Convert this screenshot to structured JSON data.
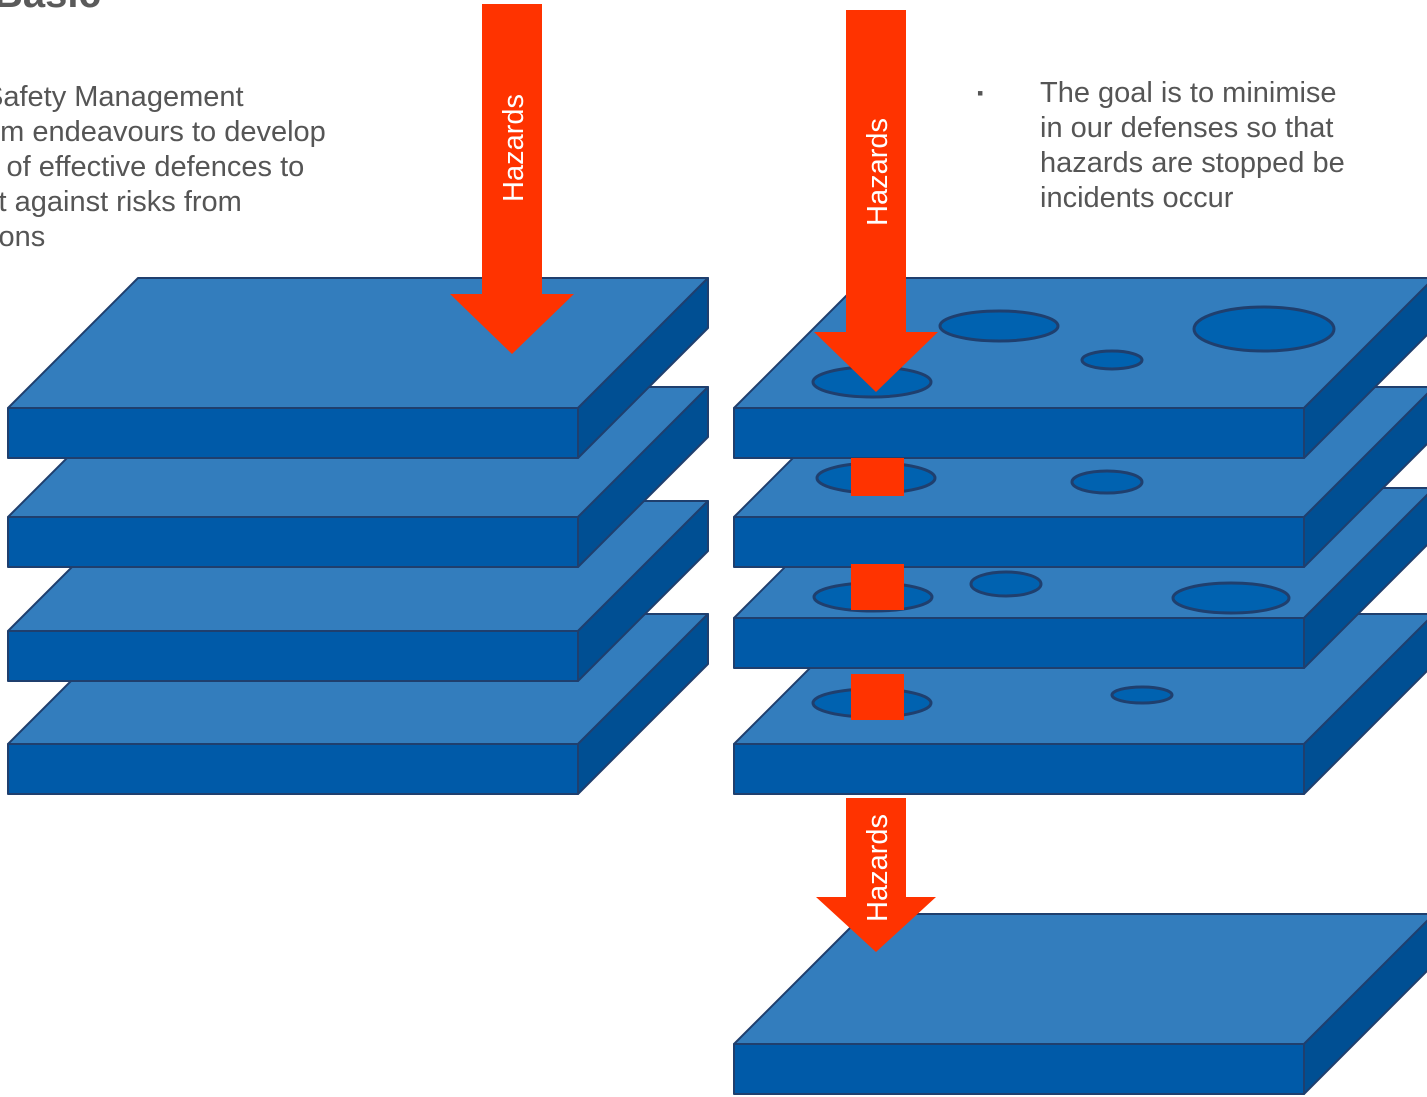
{
  "title": "Basic",
  "left_text_lines": [
    "Safety Management",
    "em endeavours to develop",
    "s of effective defences to",
    "ct against risks from",
    "tions"
  ],
  "right_text_lines": [
    "The goal is to minimise",
    "in our defenses so that",
    "hazards are stopped be",
    "incidents occur"
  ],
  "bullet_glyph": "▪",
  "arrow_label": "Hazards",
  "colors": {
    "slab_top": "#337dbd",
    "slab_front": "#005aa8",
    "slab_side": "#004f93",
    "slab_edge": "#1f3f6e",
    "hole_fill": "#0062b0",
    "hazard_arrow": "#ff3300",
    "text": "#555555"
  }
}
